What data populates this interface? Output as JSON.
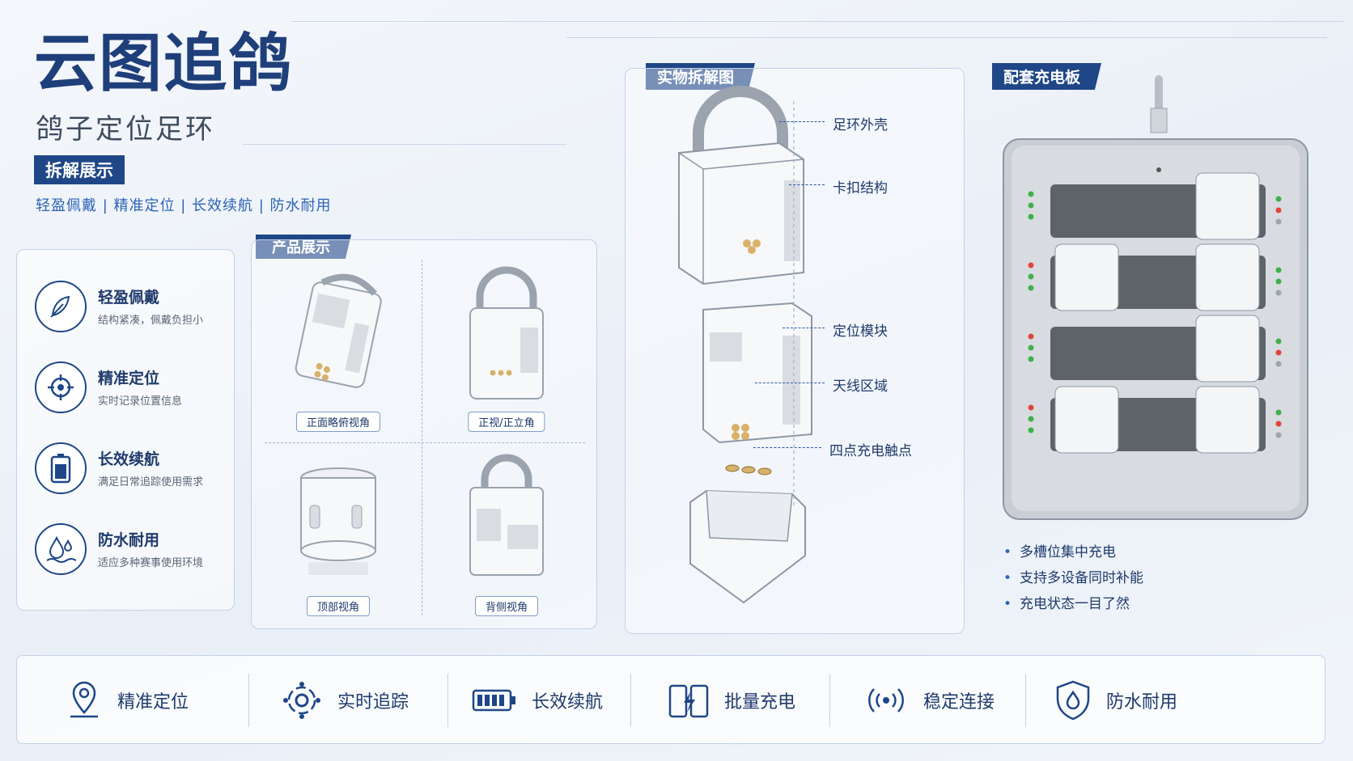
{
  "header": {
    "title": "云图追鸽",
    "subtitle": "鸽子定位足环",
    "section_tag": "拆解展示",
    "features_line": "轻盈佩戴 | 精准定位 | 长效续航 | 防水耐用"
  },
  "left_features": [
    {
      "icon": "feather-icon",
      "title": "轻盈佩戴",
      "desc": "结构紧凑，佩戴负担小"
    },
    {
      "icon": "crosshair-icon",
      "title": "精准定位",
      "desc": "实时记录位置信息"
    },
    {
      "icon": "battery-icon",
      "title": "长效续航",
      "desc": "满足日常追踪使用需求"
    },
    {
      "icon": "water-drop-icon",
      "title": "防水耐用",
      "desc": "适应多种赛事使用环境"
    }
  ],
  "product_showcase": {
    "tag": "产品展示",
    "views": [
      {
        "label": "正面略俯视角"
      },
      {
        "label": "正视/正立角"
      },
      {
        "label": "顶部视角"
      },
      {
        "label": "背侧视角"
      }
    ]
  },
  "exploded_view": {
    "tag": "实物拆解图",
    "callouts": [
      "足环外壳",
      "卡扣结构",
      "定位模块",
      "天线区域",
      "四点充电触点"
    ]
  },
  "charging_board": {
    "tag": "配套充电板",
    "bullets": [
      "多槽位集中充电",
      "支持多设备同时补能",
      "充电状态一目了然"
    ]
  },
  "bottom_bar": [
    {
      "icon": "location-pin-icon",
      "label": "精准定位"
    },
    {
      "icon": "tracking-target-icon",
      "label": "实时追踪"
    },
    {
      "icon": "battery-full-icon",
      "label": "长效续航"
    },
    {
      "icon": "batch-charge-icon",
      "label": "批量充电"
    },
    {
      "icon": "signal-icon",
      "label": "稳定连接"
    },
    {
      "icon": "shield-drop-icon",
      "label": "防水耐用"
    }
  ],
  "colors": {
    "primary": "#1f4787",
    "accent": "#2d63b5",
    "text": "#1f3a6b",
    "led_green": "#3fb04a",
    "led_red": "#e0453c"
  }
}
